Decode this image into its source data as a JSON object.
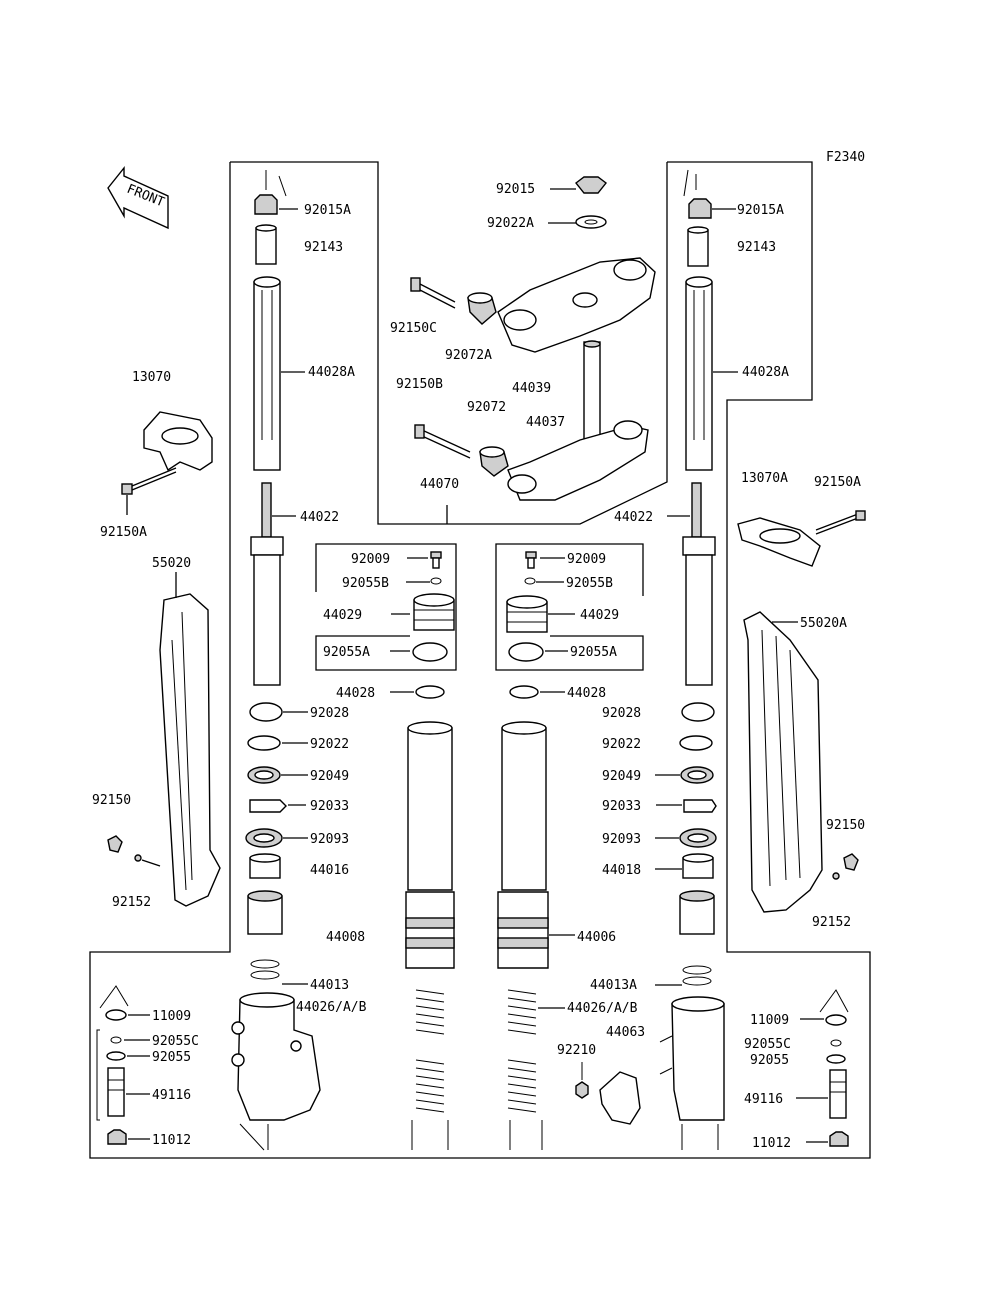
{
  "figure_code": "F2340",
  "front_arrow_text": "FRONT",
  "labels": {
    "p92015A_l": "92015A",
    "p92143_l": "92143",
    "p44028A_l": "44028A",
    "p13070": "13070",
    "p92150A_l": "92150A",
    "p44022_l": "44022",
    "p55020": "55020",
    "p92150_l": "92150",
    "p92152_l": "92152",
    "p92015": "92015",
    "p92022A": "92022A",
    "p92150C": "92150C",
    "p92072A": "92072A",
    "p92150B": "92150B",
    "p44039": "44039",
    "p92072": "92072",
    "p44037": "44037",
    "p44070": "44070",
    "p92015A_r": "92015A",
    "p92143_r": "92143",
    "p44028A_r": "44028A",
    "p13070A": "13070A",
    "p92150A_r": "92150A",
    "p44022_r": "44022",
    "p55020A": "55020A",
    "p92150_r": "92150",
    "p92152_r": "92152",
    "p92009_l": "92009",
    "p92055B_l": "92055B",
    "p44029_l": "44029",
    "p92055A_l": "92055A",
    "p92009_r": "92009",
    "p92055B_r": "92055B",
    "p44029_r": "44029",
    "p92055A_r": "92055A",
    "p44028_l": "44028",
    "p44028_r": "44028",
    "p92028_l": "92028",
    "p92022_l": "92022",
    "p92049_l": "92049",
    "p92033_l": "92033",
    "p92093_l": "92093",
    "p44016_l": "44016",
    "p44008_l": "44008",
    "p44013_l": "44013",
    "p44026_l": "44026/A/B",
    "p92028_r": "92028",
    "p92022_r": "92022",
    "p92049_r": "92049",
    "p92033_r": "92033",
    "p92093_r": "92093",
    "p44018_r": "44018",
    "p44006_r": "44006",
    "p44013A_r": "44013A",
    "p44026_r": "44026/A/B",
    "p44063": "44063",
    "p92210": "92210",
    "p11009_l": "11009",
    "p92055C_l": "92055C",
    "p92055_l": "92055",
    "p49116_l": "49116",
    "p11012_l": "11012",
    "p11009_r": "11009",
    "p92055C_r": "92055C",
    "p92055_r": "92055",
    "p49116_r": "49116",
    "p11012_r": "11012"
  }
}
